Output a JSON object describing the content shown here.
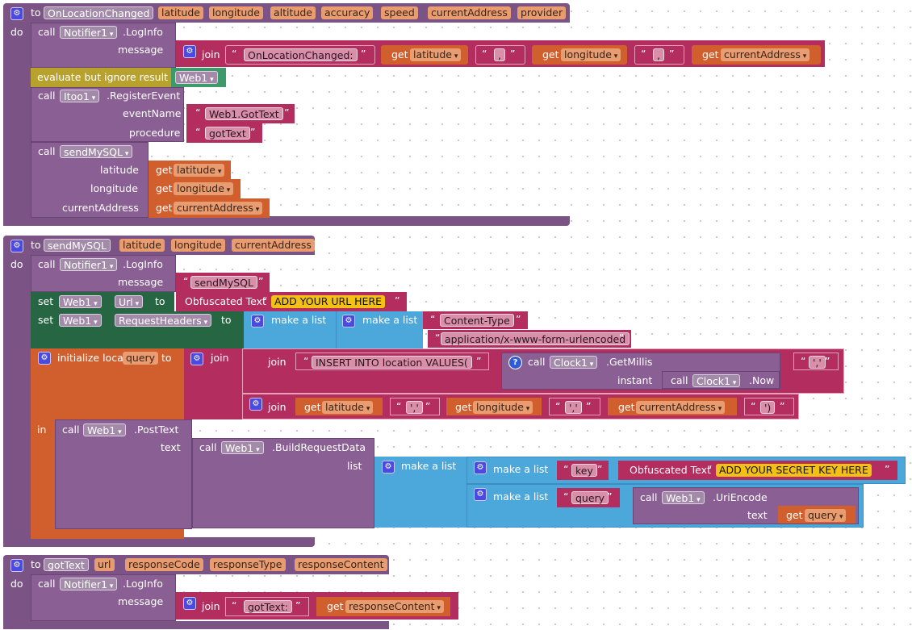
{
  "block1": {
    "to": "to",
    "proc": "OnLocationChanged",
    "params": [
      "latitude",
      "longitude",
      "altitude",
      "accuracy",
      "speed",
      "currentAddress",
      "provider"
    ],
    "do": "do",
    "call": "call",
    "notifier": "Notifier1",
    "loginfo": ".LogInfo",
    "message": "message",
    "join": "join",
    "str1": "OnLocationChanged:",
    "get": "get",
    "comma": ",",
    "eval": "evaluate but ignore result",
    "web1": "Web1",
    "itoo": "Itoo1",
    "register": ".RegisterEvent",
    "eventName": "eventName",
    "eventNameVal": "Web1.GotText",
    "procedure": "procedure",
    "procedureVal": "gotText",
    "sendMySQL": "sendMySQL",
    "latitude": "latitude",
    "longitude": "longitude",
    "currentAddress": "currentAddress"
  },
  "block2": {
    "to": "to",
    "proc": "sendMySQL",
    "params": [
      "latitude",
      "longitude",
      "currentAddress"
    ],
    "do": "do",
    "call": "call",
    "notifier": "Notifier1",
    "loginfo": ".LogInfo",
    "message": "message",
    "msgVal": "sendMySQL",
    "set": "set",
    "web1": "Web1",
    "url": "Url",
    "toKw": "to",
    "obf": "Obfuscated Text",
    "urlVal": "ADD YOUR URL HERE",
    "reqHeaders": "RequestHeaders",
    "makeList": "make a list",
    "contentType": "Content-Type",
    "contentTypeVal": "application/x-www-form-urlencoded",
    "initLocal": "initialize local",
    "queryVar": "query",
    "join": "join",
    "insert": "INSERT INTO location VALUES(",
    "clock": "Clock1",
    "getMillis": ".GetMillis",
    "instant": "instant",
    "now": ".Now",
    "comma": ",",
    "get": "get",
    "latitude": "latitude",
    "longitude": "longitude",
    "currentAddress": "currentAddress",
    "q1": "','",
    "q2": "','",
    "q3": "')",
    "q4": "','",
    "in": "in",
    "postText": ".PostText",
    "text": "text",
    "buildReq": ".BuildRequestData",
    "list": "list",
    "key": "key",
    "secret": "ADD YOUR SECRET KEY HERE",
    "query": "query",
    "uriEncode": ".UriEncode"
  },
  "block3": {
    "to": "to",
    "proc": "gotText",
    "params": [
      "url",
      "responseCode",
      "responseType",
      "responseContent"
    ],
    "do": "do",
    "call": "call",
    "notifier": "Notifier1",
    "loginfo": ".LogInfo",
    "message": "message",
    "join": "join",
    "str": "gotText:",
    "get": "get",
    "responseContent": "responseContent"
  }
}
